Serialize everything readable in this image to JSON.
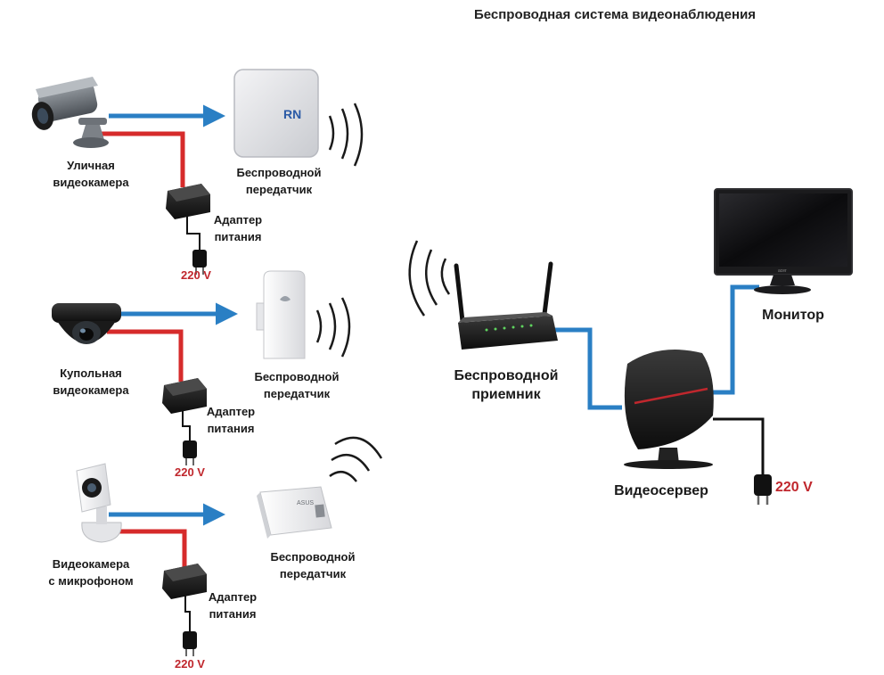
{
  "title": "Беспроводная система видеонаблюдения",
  "colors": {
    "signal_wire": "#2a7fc4",
    "power_wire": "#d62b2b",
    "ground_wire": "#111111",
    "voltage_text": "#c0272d"
  },
  "cameras": [
    {
      "label": [
        "Уличная",
        "видеокамера"
      ],
      "icon": "bullet-camera-icon"
    },
    {
      "label": [
        "Купольная",
        "видеокамера"
      ],
      "icon": "dome-camera-icon"
    },
    {
      "label": [
        "Видеокамера",
        "с микрофоном"
      ],
      "icon": "cube-camera-icon"
    }
  ],
  "transmitters": [
    {
      "label": [
        "Беспроводной",
        "передатчик"
      ],
      "icon": "panel-antenna-icon",
      "logo": "RN"
    },
    {
      "label": [
        "Беспроводной",
        "передатчик"
      ],
      "icon": "outdoor-access-point-icon"
    },
    {
      "label": [
        "Беспроводной",
        "передатчик"
      ],
      "icon": "portable-router-icon",
      "logo": "ASUS"
    }
  ],
  "adapters": [
    {
      "label": [
        "Адаптер",
        "питания"
      ],
      "voltage": "220 V"
    },
    {
      "label": [
        "Адаптер",
        "питания"
      ],
      "voltage": "220 V"
    },
    {
      "label": [
        "Адаптер",
        "питания"
      ],
      "voltage": "220 V"
    }
  ],
  "receiver": {
    "label": [
      "Беспроводной",
      "приемник"
    ],
    "icon": "wifi-router-icon"
  },
  "monitor": {
    "label": "Монитор",
    "icon": "monitor-icon",
    "logo": "acer"
  },
  "server": {
    "label": "Видеосервер",
    "icon": "mini-pc-icon",
    "voltage": "220 V"
  }
}
